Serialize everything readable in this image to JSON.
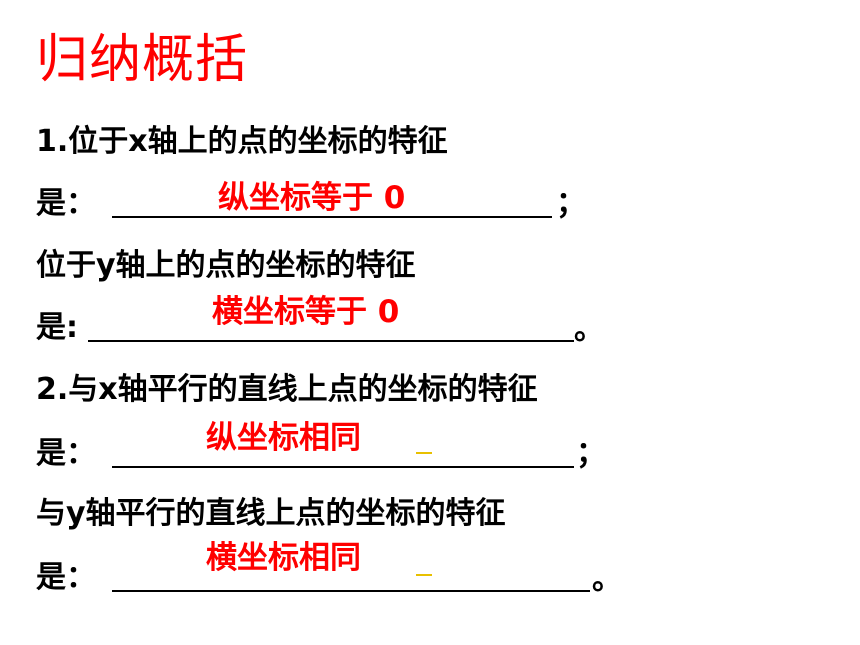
{
  "title": "归纳概括",
  "q1_line1": "1.位于x轴上的点的坐标的特征",
  "q1_prefix": "是：",
  "q1_answer": "纵坐标等于 0",
  "q1_tail": "；",
  "q2_line1": "位于y轴上的点的坐标的特征",
  "q2_prefix": "是:",
  "q2_answer": "横坐标等于 0",
  "q2_tail": "。",
  "q3_line1": "2.与x轴平行的直线上点的坐标的特征",
  "q3_prefix": "是：",
  "q3_answer": "纵坐标相同",
  "q3_tail": "；",
  "q4_line1": "与y轴平行的直线上点的坐标的特征",
  "q4_prefix": "是：",
  "q4_answer": "横坐标相同",
  "q4_tail": "。",
  "colors": {
    "title": "#ff0000",
    "answer": "#ff0000",
    "text": "#000000",
    "mark": "#e8c000"
  }
}
